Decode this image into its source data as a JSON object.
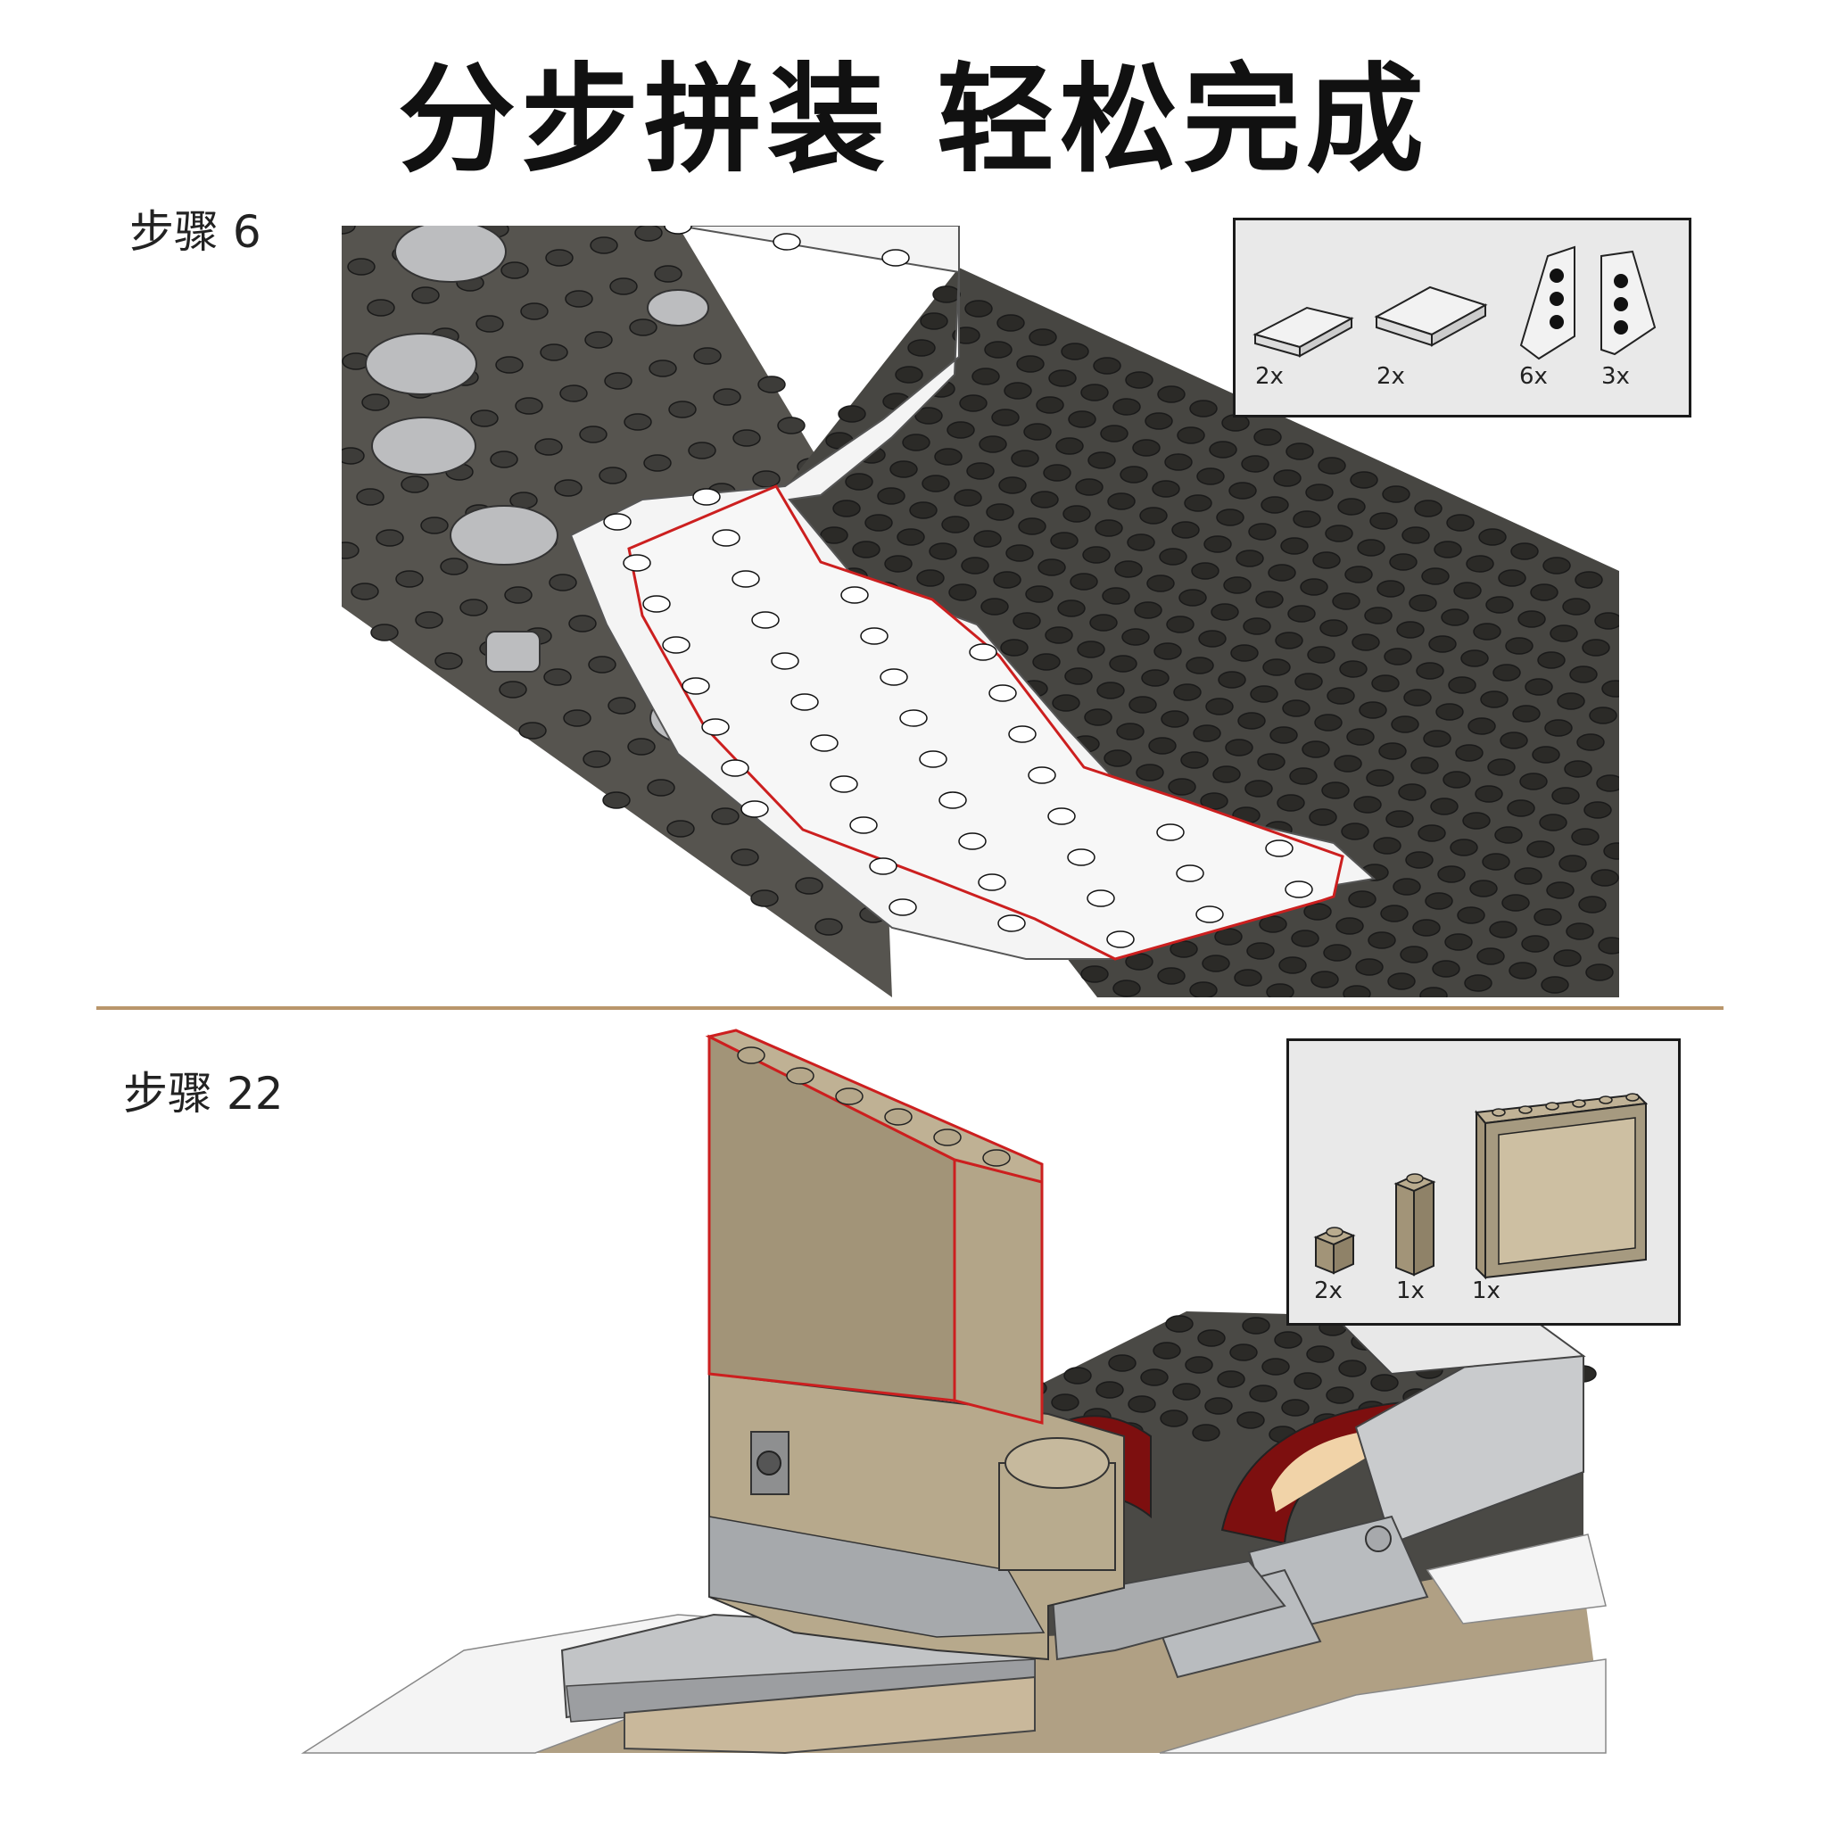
{
  "header": {
    "title": "分步拼装 轻松完成"
  },
  "steps": [
    {
      "label": "步骤 6",
      "parts": [
        {
          "icon": "tile-1x4-icon",
          "qty": "2x"
        },
        {
          "icon": "tile-2x4-icon",
          "qty": "2x"
        },
        {
          "icon": "wedge-plate-left-icon",
          "qty": "6x"
        },
        {
          "icon": "wedge-plate-right-icon",
          "qty": "3x"
        }
      ]
    },
    {
      "label": "步骤 22",
      "parts": [
        {
          "icon": "brick-1x1-icon",
          "qty": "2x"
        },
        {
          "icon": "brick-1x1x3-icon",
          "qty": "1x"
        },
        {
          "icon": "panel-1x6x5-icon",
          "qty": "1x"
        }
      ]
    }
  ],
  "colors": {
    "baseplate": "#4a4945",
    "white_part": "#f6f6f6",
    "highlight": "#cc1f1f",
    "tan": "#a29478",
    "light_gray": "#b9bcbf",
    "dark_red": "#7d0f0f",
    "divider": "#b9966b"
  }
}
